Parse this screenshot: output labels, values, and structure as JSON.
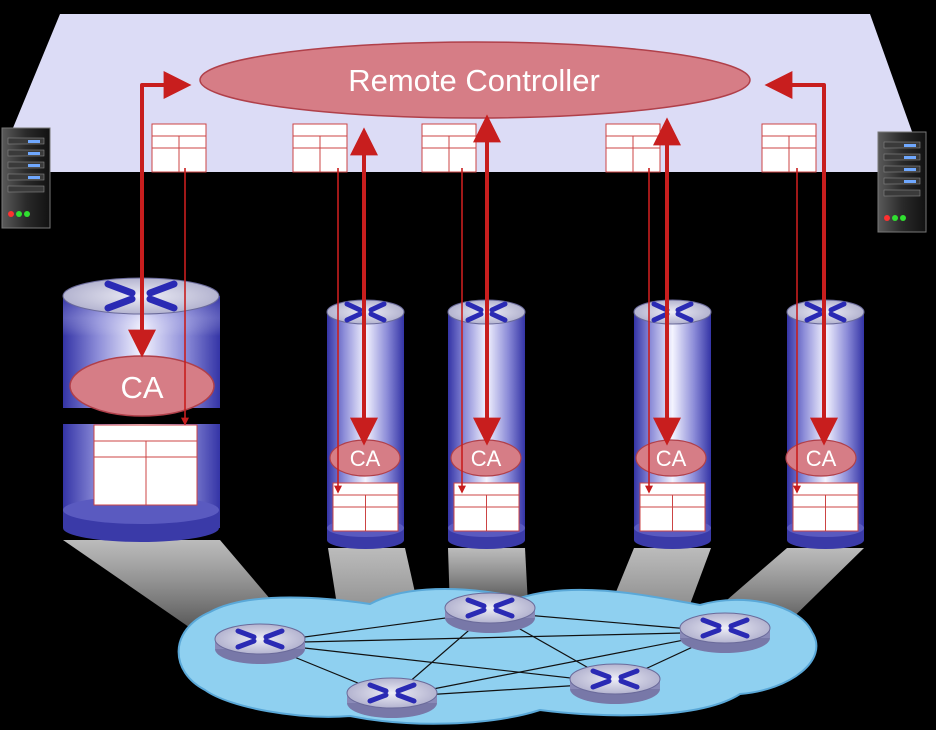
{
  "controller": {
    "label": "Remote Controller",
    "fill": "#d67d86",
    "stroke": "#b0404a"
  },
  "agents": [
    {
      "label": "CA"
    },
    {
      "label": "CA"
    },
    {
      "label": "CA"
    },
    {
      "label": "CA"
    },
    {
      "label": "CA"
    }
  ],
  "colors": {
    "background": "#000000",
    "controller_plane": "#dcdcf6",
    "arrow": "#c81e1e",
    "network_cloud": "#8fd0f0",
    "router_cap": "#c9c9de",
    "router_symbol": "#2a2ab4",
    "tower_band": "#3a3aa8"
  },
  "icons": {
    "server": "server-icon",
    "router": "router-icon",
    "flow_table": "flow-table-icon"
  }
}
